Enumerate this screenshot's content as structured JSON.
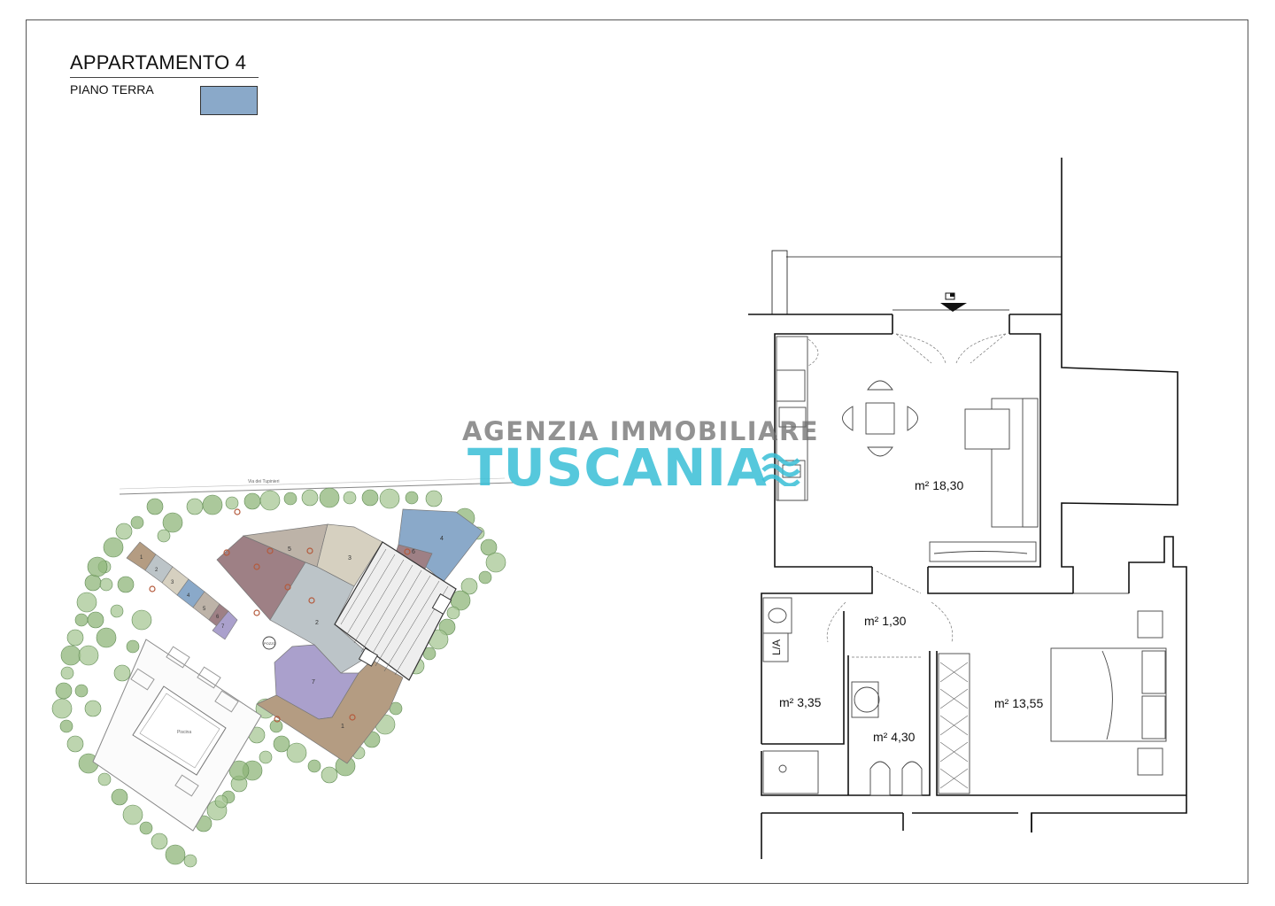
{
  "header": {
    "title": "APPARTAMENTO  4",
    "subtitle": "PIANO TERRA",
    "legend_color": "#8aa9c9"
  },
  "watermark": {
    "line1": "AGENZIA IMMOBILIARE",
    "line2": "TUSCANIA",
    "logo_icon": "waves-logo-icon"
  },
  "site_plan": {
    "street_label": "Via dei Tupinieri",
    "pool_label": "Piscina",
    "well_label": "POZZO",
    "lots": [
      "1",
      "2",
      "3",
      "4",
      "5",
      "6",
      "7"
    ],
    "small_units": [
      "1",
      "2",
      "3",
      "4",
      "5",
      "6",
      "7"
    ]
  },
  "floor_plan": {
    "rooms": [
      {
        "id": "living",
        "area": "m² 18,30"
      },
      {
        "id": "hall",
        "area": "m² 1,30"
      },
      {
        "id": "laundry",
        "area": "m² 3,35"
      },
      {
        "id": "bath",
        "area": "m² 4,30"
      },
      {
        "id": "bedroom",
        "area": "m² 13,55"
      }
    ],
    "laundry_tag": "L/A"
  },
  "colors": {
    "lot_brown": "#b49c82",
    "lot_mauve": "#9e8085",
    "lot_taupe": "#bdb3a8",
    "lot_beige": "#d6d0c0",
    "lot_grey": "#bcc4c8",
    "lot_lavender": "#aaa0cc",
    "lot_blue": "#8aa9c9",
    "tree_green": "#8fb67a",
    "watermark_blue": "#38bed6"
  }
}
